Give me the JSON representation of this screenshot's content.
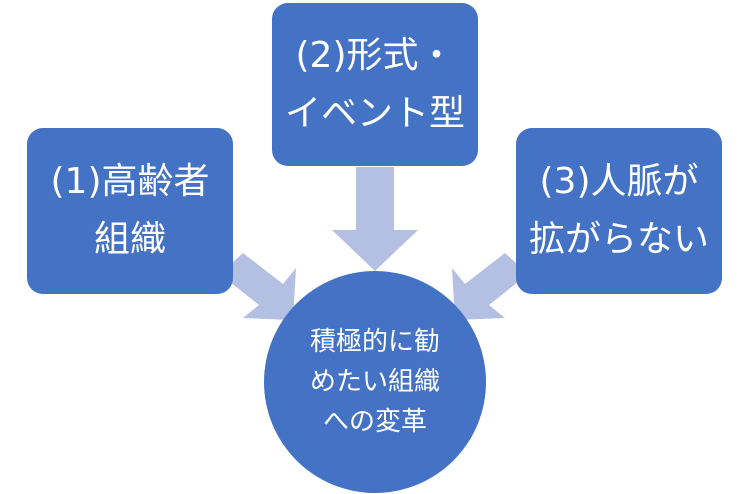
{
  "boxes": {
    "box1": {
      "line1": "(1)高齢者",
      "line2": "組織"
    },
    "box2": {
      "line1": "(2)形式・",
      "line2": "イベント型"
    },
    "box3": {
      "line1": "(3)人脈が",
      "line2": "拡がらない"
    }
  },
  "center": {
    "line1": "積極的に勧",
    "line2": "めたい組織",
    "line3": "への変革"
  },
  "colors": {
    "box_fill": "#4472c4",
    "arrow_fill": "#b4c0e2",
    "text": "#ffffff"
  }
}
